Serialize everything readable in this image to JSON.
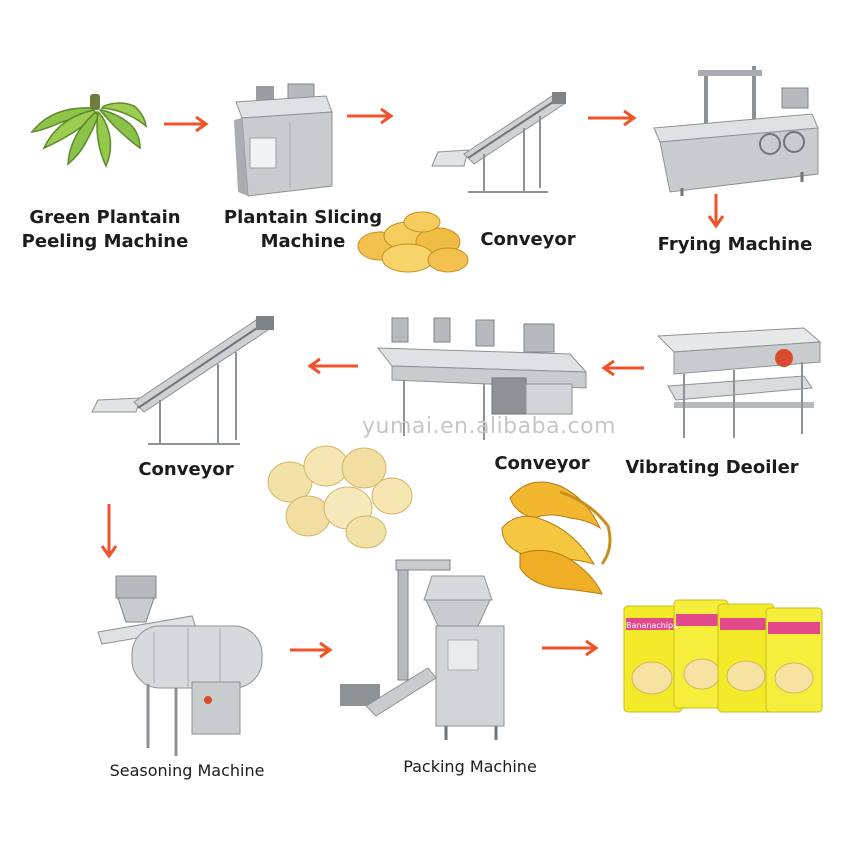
{
  "steps": [
    {
      "label_line1": "Green Plantain",
      "label_line2": "Peeling Machine"
    },
    {
      "label_line1": "Plantain Slicing",
      "label_line2": "Machine"
    },
    {
      "label": "Conveyor"
    },
    {
      "label": "Frying Machine"
    },
    {
      "label": "Vibrating Deoiler"
    },
    {
      "label": "Conveyor"
    },
    {
      "label": "Conveyor"
    },
    {
      "label": "Seasoning Machine"
    },
    {
      "label": "Packing Machine"
    }
  ],
  "watermark": "yumai.en.alibaba.com",
  "package_text": "Bananachips",
  "colors": {
    "arrow": "#f0522a",
    "steel": "#c9cccf",
    "banana_green": "#8bc34a",
    "chip_yellow": "#f2c14e",
    "package_yellow": "#f3ea2a"
  }
}
